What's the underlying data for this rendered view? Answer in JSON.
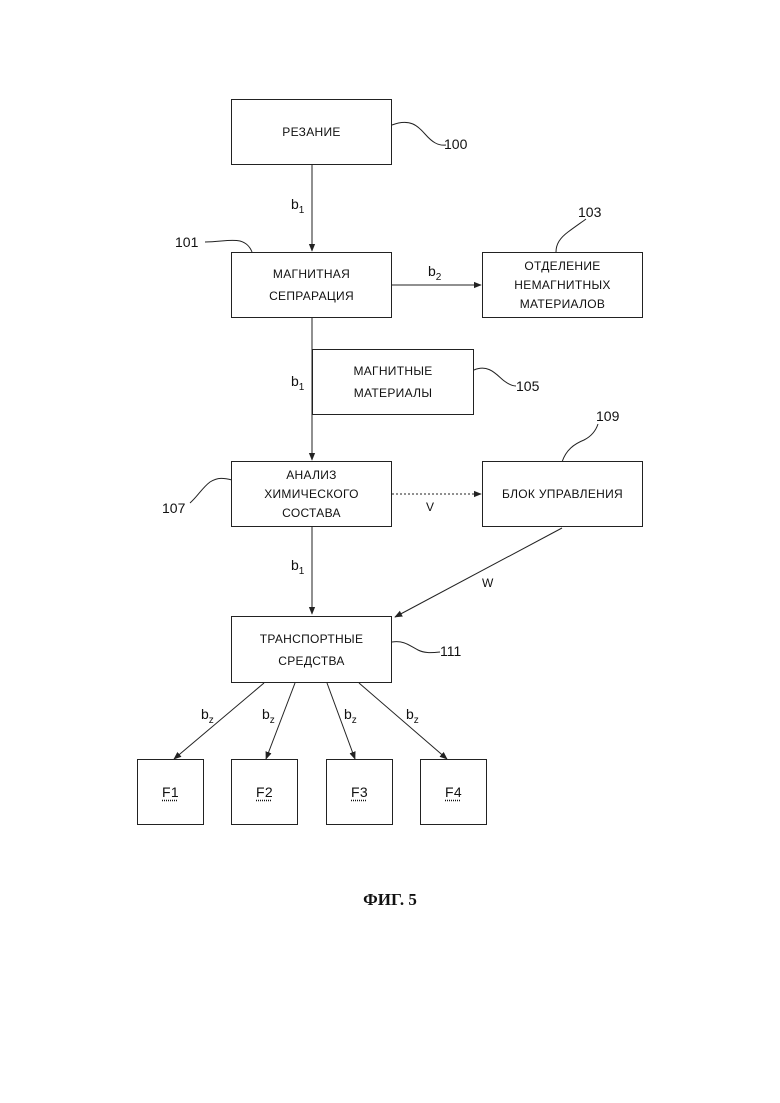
{
  "blocks": {
    "cutting": "РЕЗАНИЕ",
    "magnetic_separation": "МАГНИТНАЯ\nСЕПРАРАЦИЯ",
    "nonmagnetic": "ОТДЕЛЕНИЕ\nНЕМАГНИТНЫХ\nМАТЕРИАЛОВ",
    "magnetic_materials": "МАГНИТНЫЕ\nМАТЕРИАЛЫ",
    "chemical_analysis": "АНАЛИЗ\nХИМИЧЕСКОГО\nСОСТАВА",
    "control_unit": "БЛОК УПРАВЛЕНИЯ",
    "transport": "ТРАНСПОРТНЫЕ\nСРЕДСТВА",
    "f1": "F1",
    "f2": "F2",
    "f3": "F3",
    "f4": "F4"
  },
  "refs": {
    "r100": "100",
    "r101": "101",
    "r103": "103",
    "r105": "105",
    "r107": "107",
    "r109": "109",
    "r111": "111"
  },
  "flows": {
    "b": "b",
    "sub1": "1",
    "sub2": "2",
    "subz": "z",
    "v": "V",
    "w": "W"
  },
  "caption": "ФИГ. 5"
}
